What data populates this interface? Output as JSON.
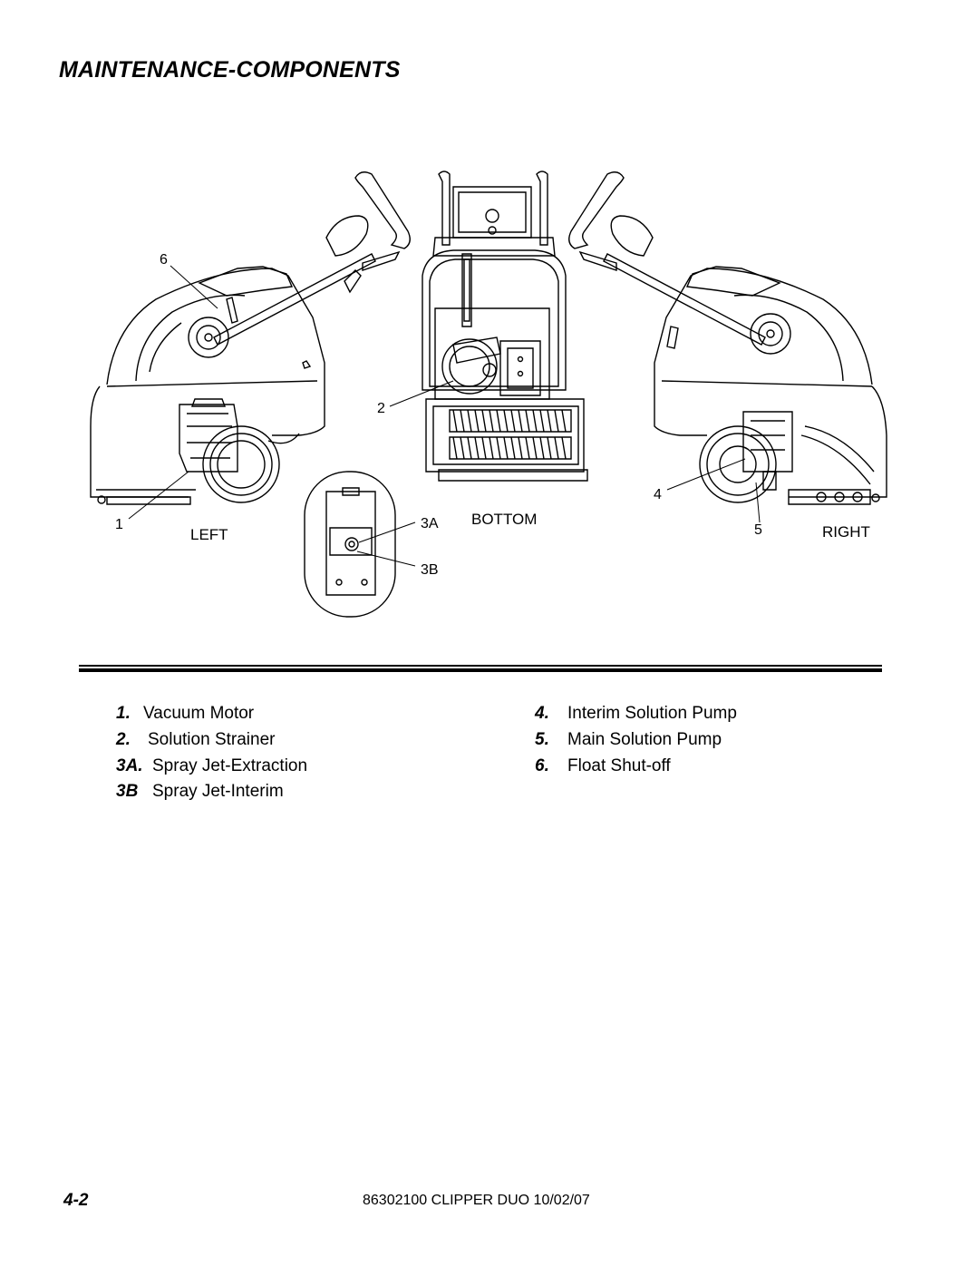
{
  "page_title": "MAINTENANCE-COMPONENTS",
  "callouts": {
    "c1": "1",
    "c2": "2",
    "c3a": "3A",
    "c3b": "3B",
    "c4": "4",
    "c5": "5",
    "c6": "6"
  },
  "views": {
    "left": "LEFT",
    "bottom": "BOTTOM",
    "right": "RIGHT"
  },
  "legend": [
    {
      "num": "1.",
      "label": "Vacuum Motor"
    },
    {
      "num": "2.",
      "label": "Solution Strainer"
    },
    {
      "num": "3A.",
      "label": "Spray Jet-Extraction"
    },
    {
      "num": "3B",
      "label": "Spray Jet-Interim"
    },
    {
      "num": "4.",
      "label": "Interim Solution Pump"
    },
    {
      "num": "5.",
      "label": "Main Solution Pump"
    },
    {
      "num": "6.",
      "label": "Float Shut-off"
    }
  ],
  "footer": {
    "page": "4-2",
    "doc": "86302100 CLIPPER DUO 10/02/07"
  }
}
